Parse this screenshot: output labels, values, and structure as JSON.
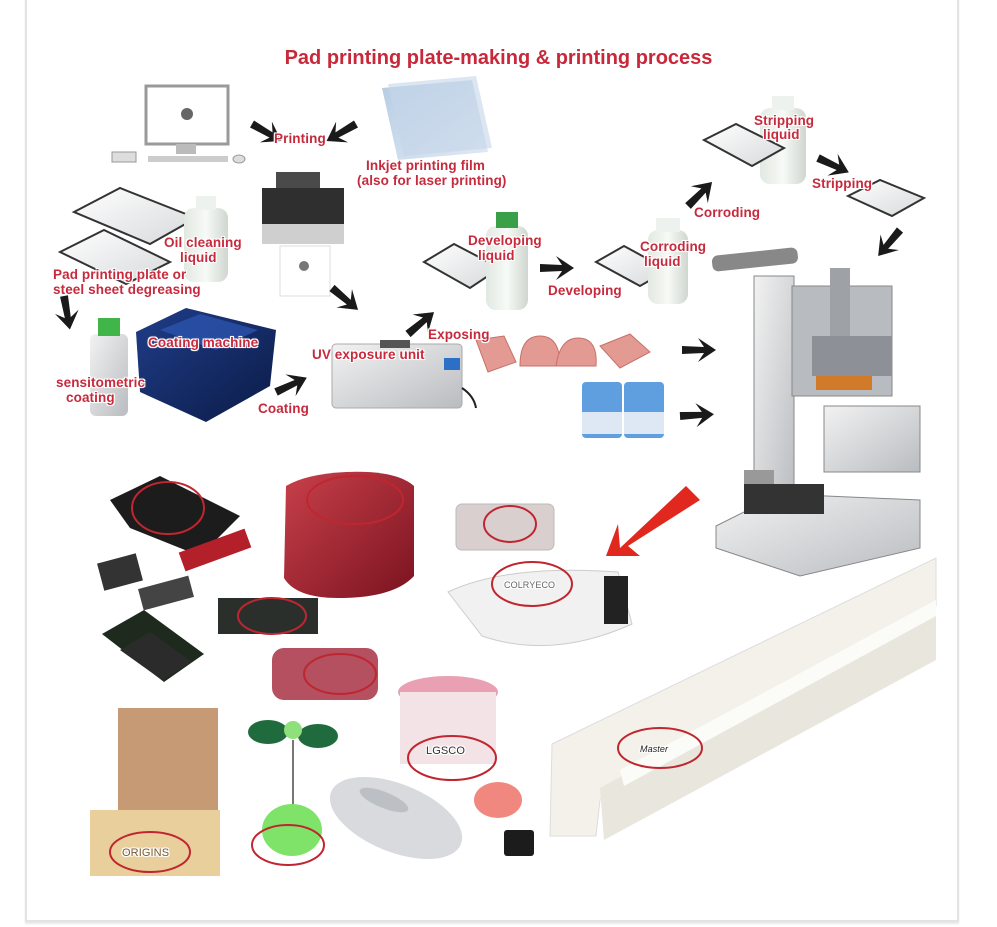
{
  "title": "Pad printing plate-making & printing process",
  "labels": {
    "printing": "Printing",
    "film_line1": "Inkjet printing film",
    "film_line2": "(also for laser printing)",
    "oil_line1": "Oil cleaning",
    "oil_line2": "liquid",
    "degrease_line1": "Pad printing plate or",
    "degrease_line2": "steel sheet degreasing",
    "sensitometric_line1": "sensitometric",
    "sensitometric_line2": "coating",
    "coating_machine": "Coating machine",
    "coating": "Coating",
    "uv_unit": "UV exposure unit",
    "exposing": "Exposing",
    "developing_liquid_line1": "Developing",
    "developing_liquid_line2": "liquid",
    "developing": "Developing",
    "corroding_liquid_line1": "Corroding",
    "corroding_liquid_line2": "liquid",
    "corroding": "Corroding",
    "stripping_liquid_line1": "Stripping",
    "stripping_liquid_line2": "liquid",
    "stripping": "Stripping"
  },
  "product_marks": {
    "cosmetics_box": "ORIGINS",
    "jar_brand": "LGSCO",
    "device_brand": "COLRYECO",
    "lamp_brand": "Master"
  },
  "colors": {
    "label_red": "#c62a3c",
    "arrow_black": "#1a1a1a",
    "highlight_arrow": "#e0281e",
    "card_border": "#e3e3e3"
  }
}
